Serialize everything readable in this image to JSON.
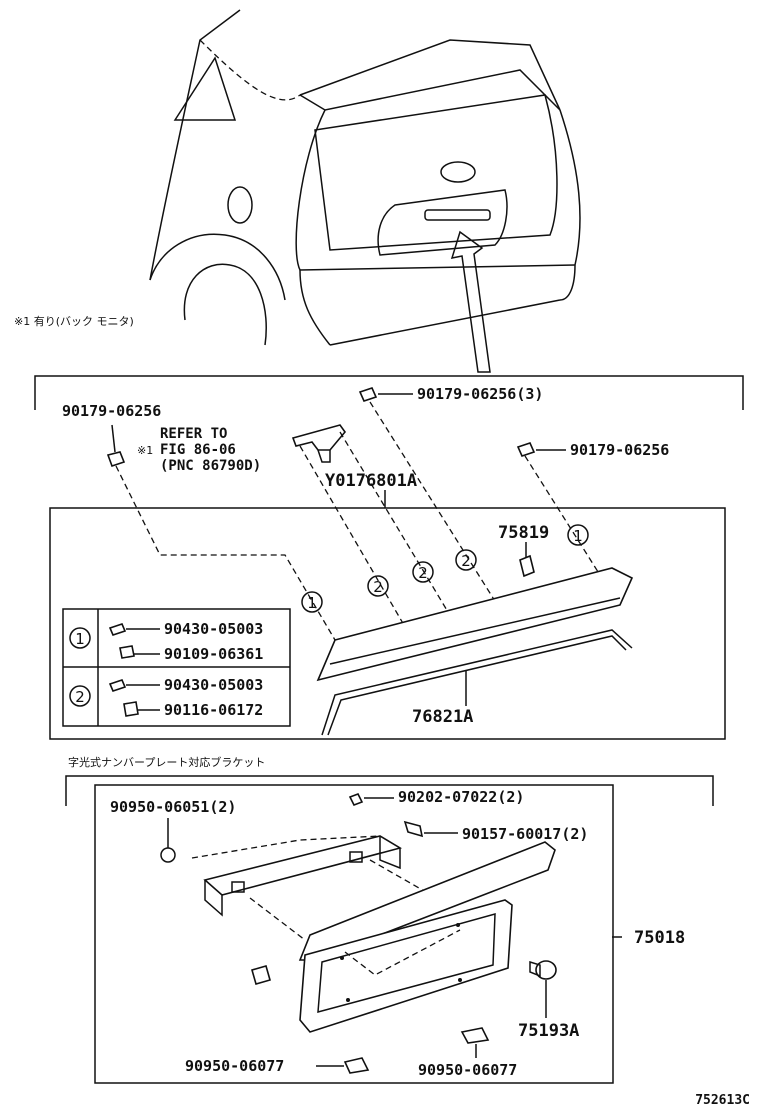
{
  "notes": {
    "back_monitor": "※1 有り(バック モニタ)",
    "lamp_bracket": "字光式ナンバープレート対応ブラケット",
    "ref_note_mark": "※1",
    "ref_line1": "REFER TO",
    "ref_line2": "FIG 86-06",
    "ref_line3": "(PNC 86790D)"
  },
  "callouts": {
    "c1": "90179-06256",
    "c2": "90179-06256(3)",
    "c3": "90179-06256",
    "c4": "Y0176801A",
    "c5": "75819",
    "c6": "76821A",
    "c7": "90950-06051(2)",
    "c8": "90202-07022(2)",
    "c9": "90157-60017(2)",
    "c10": "75018",
    "c11": "75193A",
    "c12": "90950-06077",
    "c13": "90950-06077"
  },
  "circles": {
    "one": "1",
    "two": "2"
  },
  "legend": {
    "group1_marker": "1",
    "group1_a": "90430-05003",
    "group1_b": "90109-06361",
    "group2_marker": "2",
    "group2_a": "90430-05003",
    "group2_b": "90116-06172"
  },
  "figure_id": "752613C"
}
